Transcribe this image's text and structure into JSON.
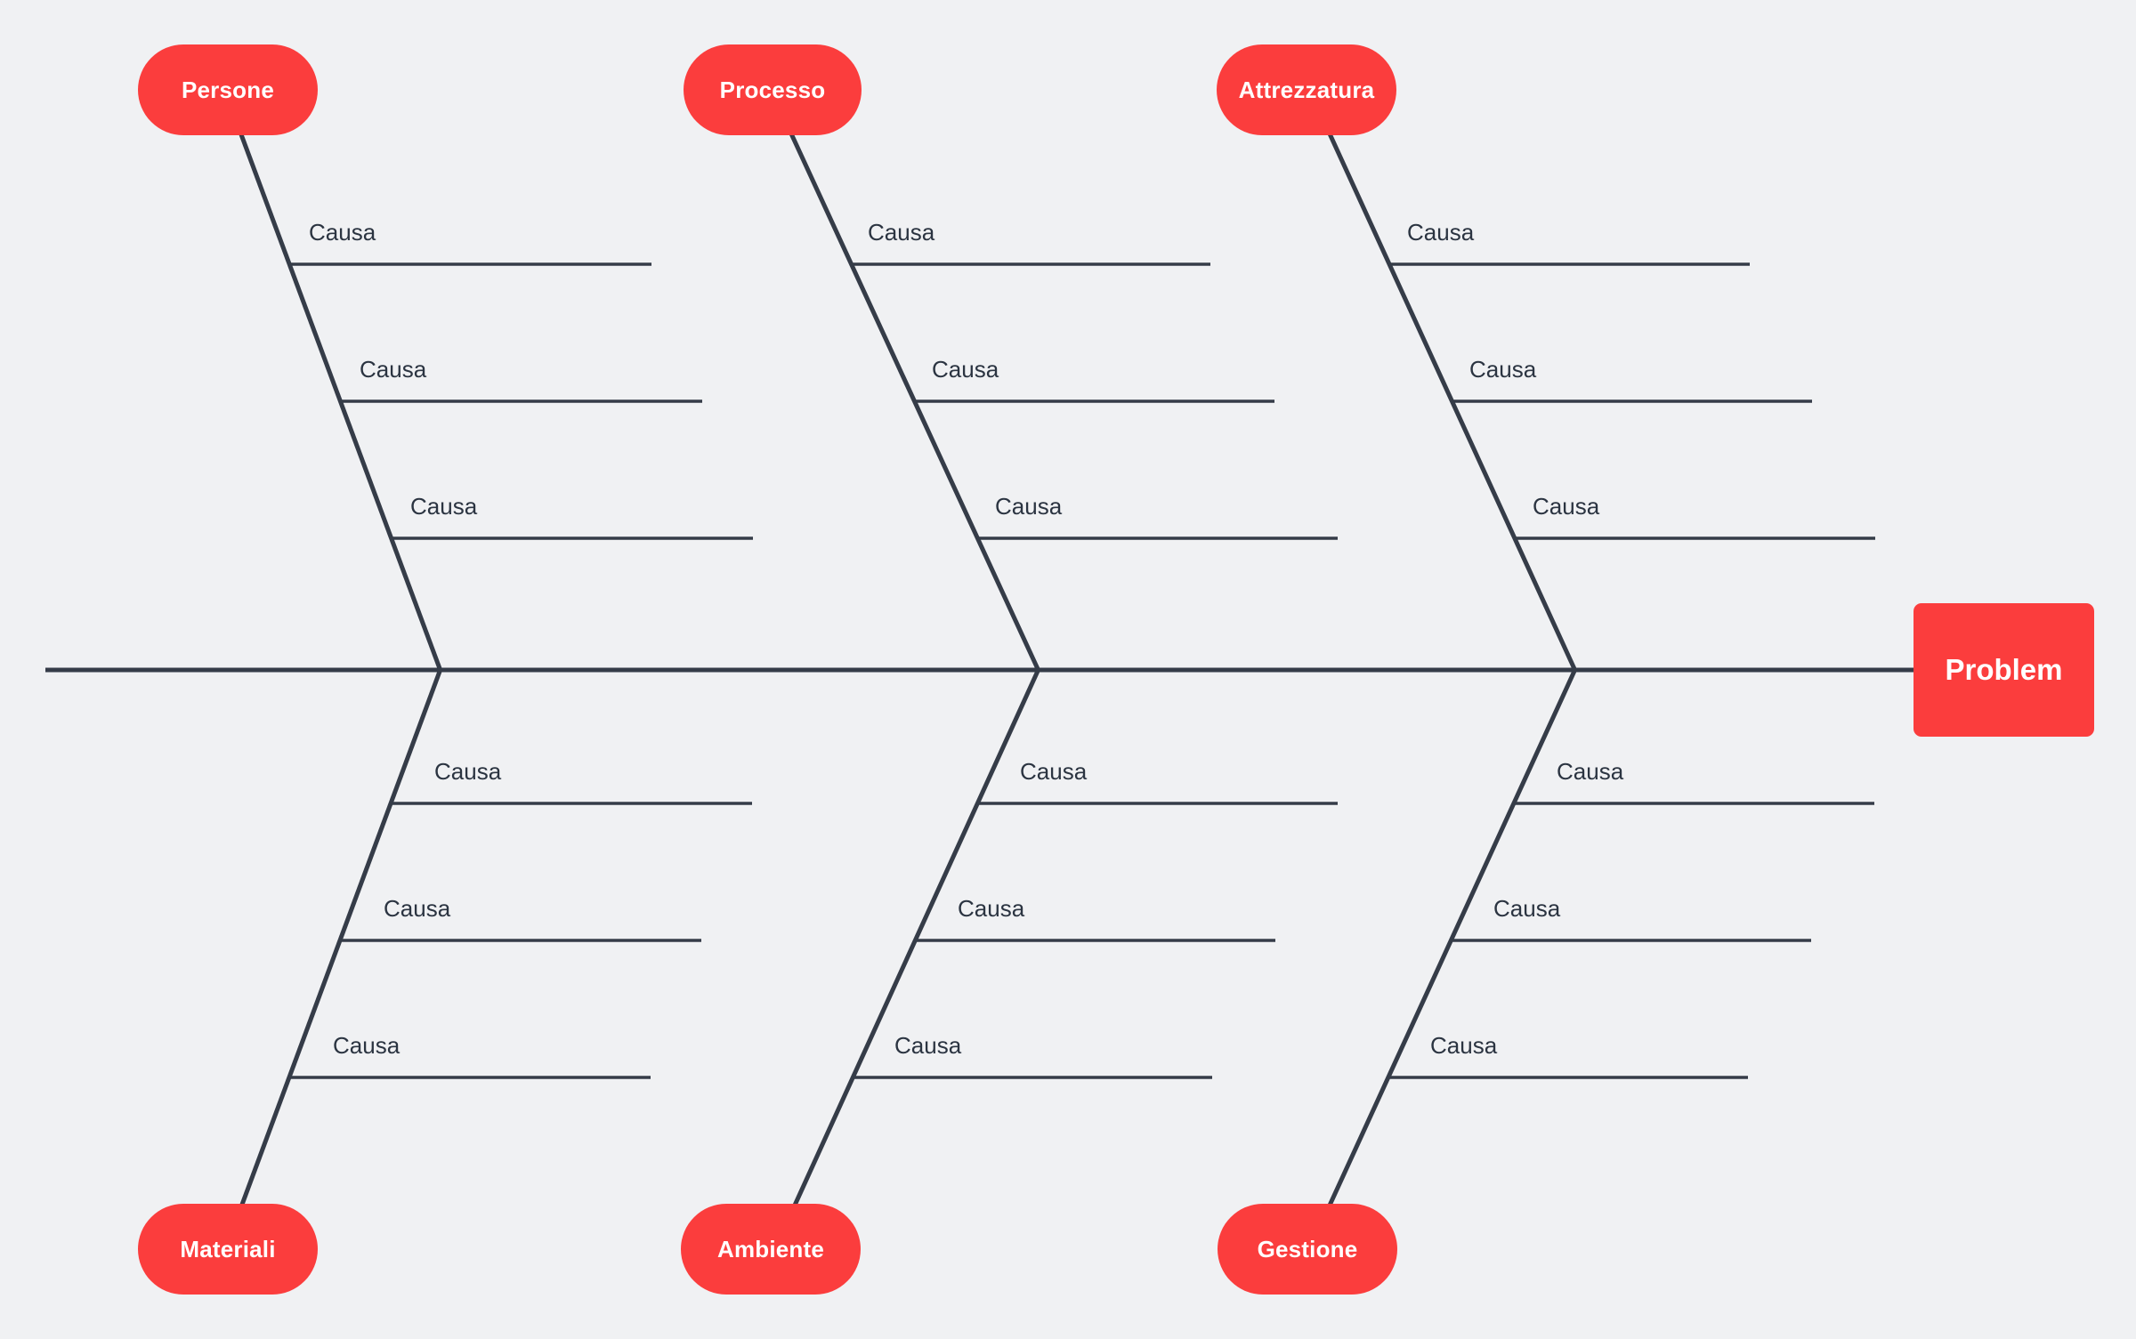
{
  "diagram": {
    "type": "fishbone",
    "problem_label": "Problem"
  },
  "colors": {
    "accent": "#FB3D3D",
    "line": "#353C48",
    "background": "#F0F1F3",
    "label_text": "#2B3441",
    "node_text": "#FFFFFF"
  },
  "branches": [
    {
      "category": "Persone",
      "side": "top",
      "causes": [
        "Causa",
        "Causa",
        "Causa"
      ]
    },
    {
      "category": "Processo",
      "side": "top",
      "causes": [
        "Causa",
        "Causa",
        "Causa"
      ]
    },
    {
      "category": "Attrezzatura",
      "side": "top",
      "causes": [
        "Causa",
        "Causa",
        "Causa"
      ]
    },
    {
      "category": "Materiali",
      "side": "bottom",
      "causes": [
        "Causa",
        "Causa",
        "Causa"
      ]
    },
    {
      "category": "Ambiente",
      "side": "bottom",
      "causes": [
        "Causa",
        "Causa",
        "Causa"
      ]
    },
    {
      "category": "Gestione",
      "side": "bottom",
      "causes": [
        "Causa",
        "Causa",
        "Causa"
      ]
    }
  ]
}
